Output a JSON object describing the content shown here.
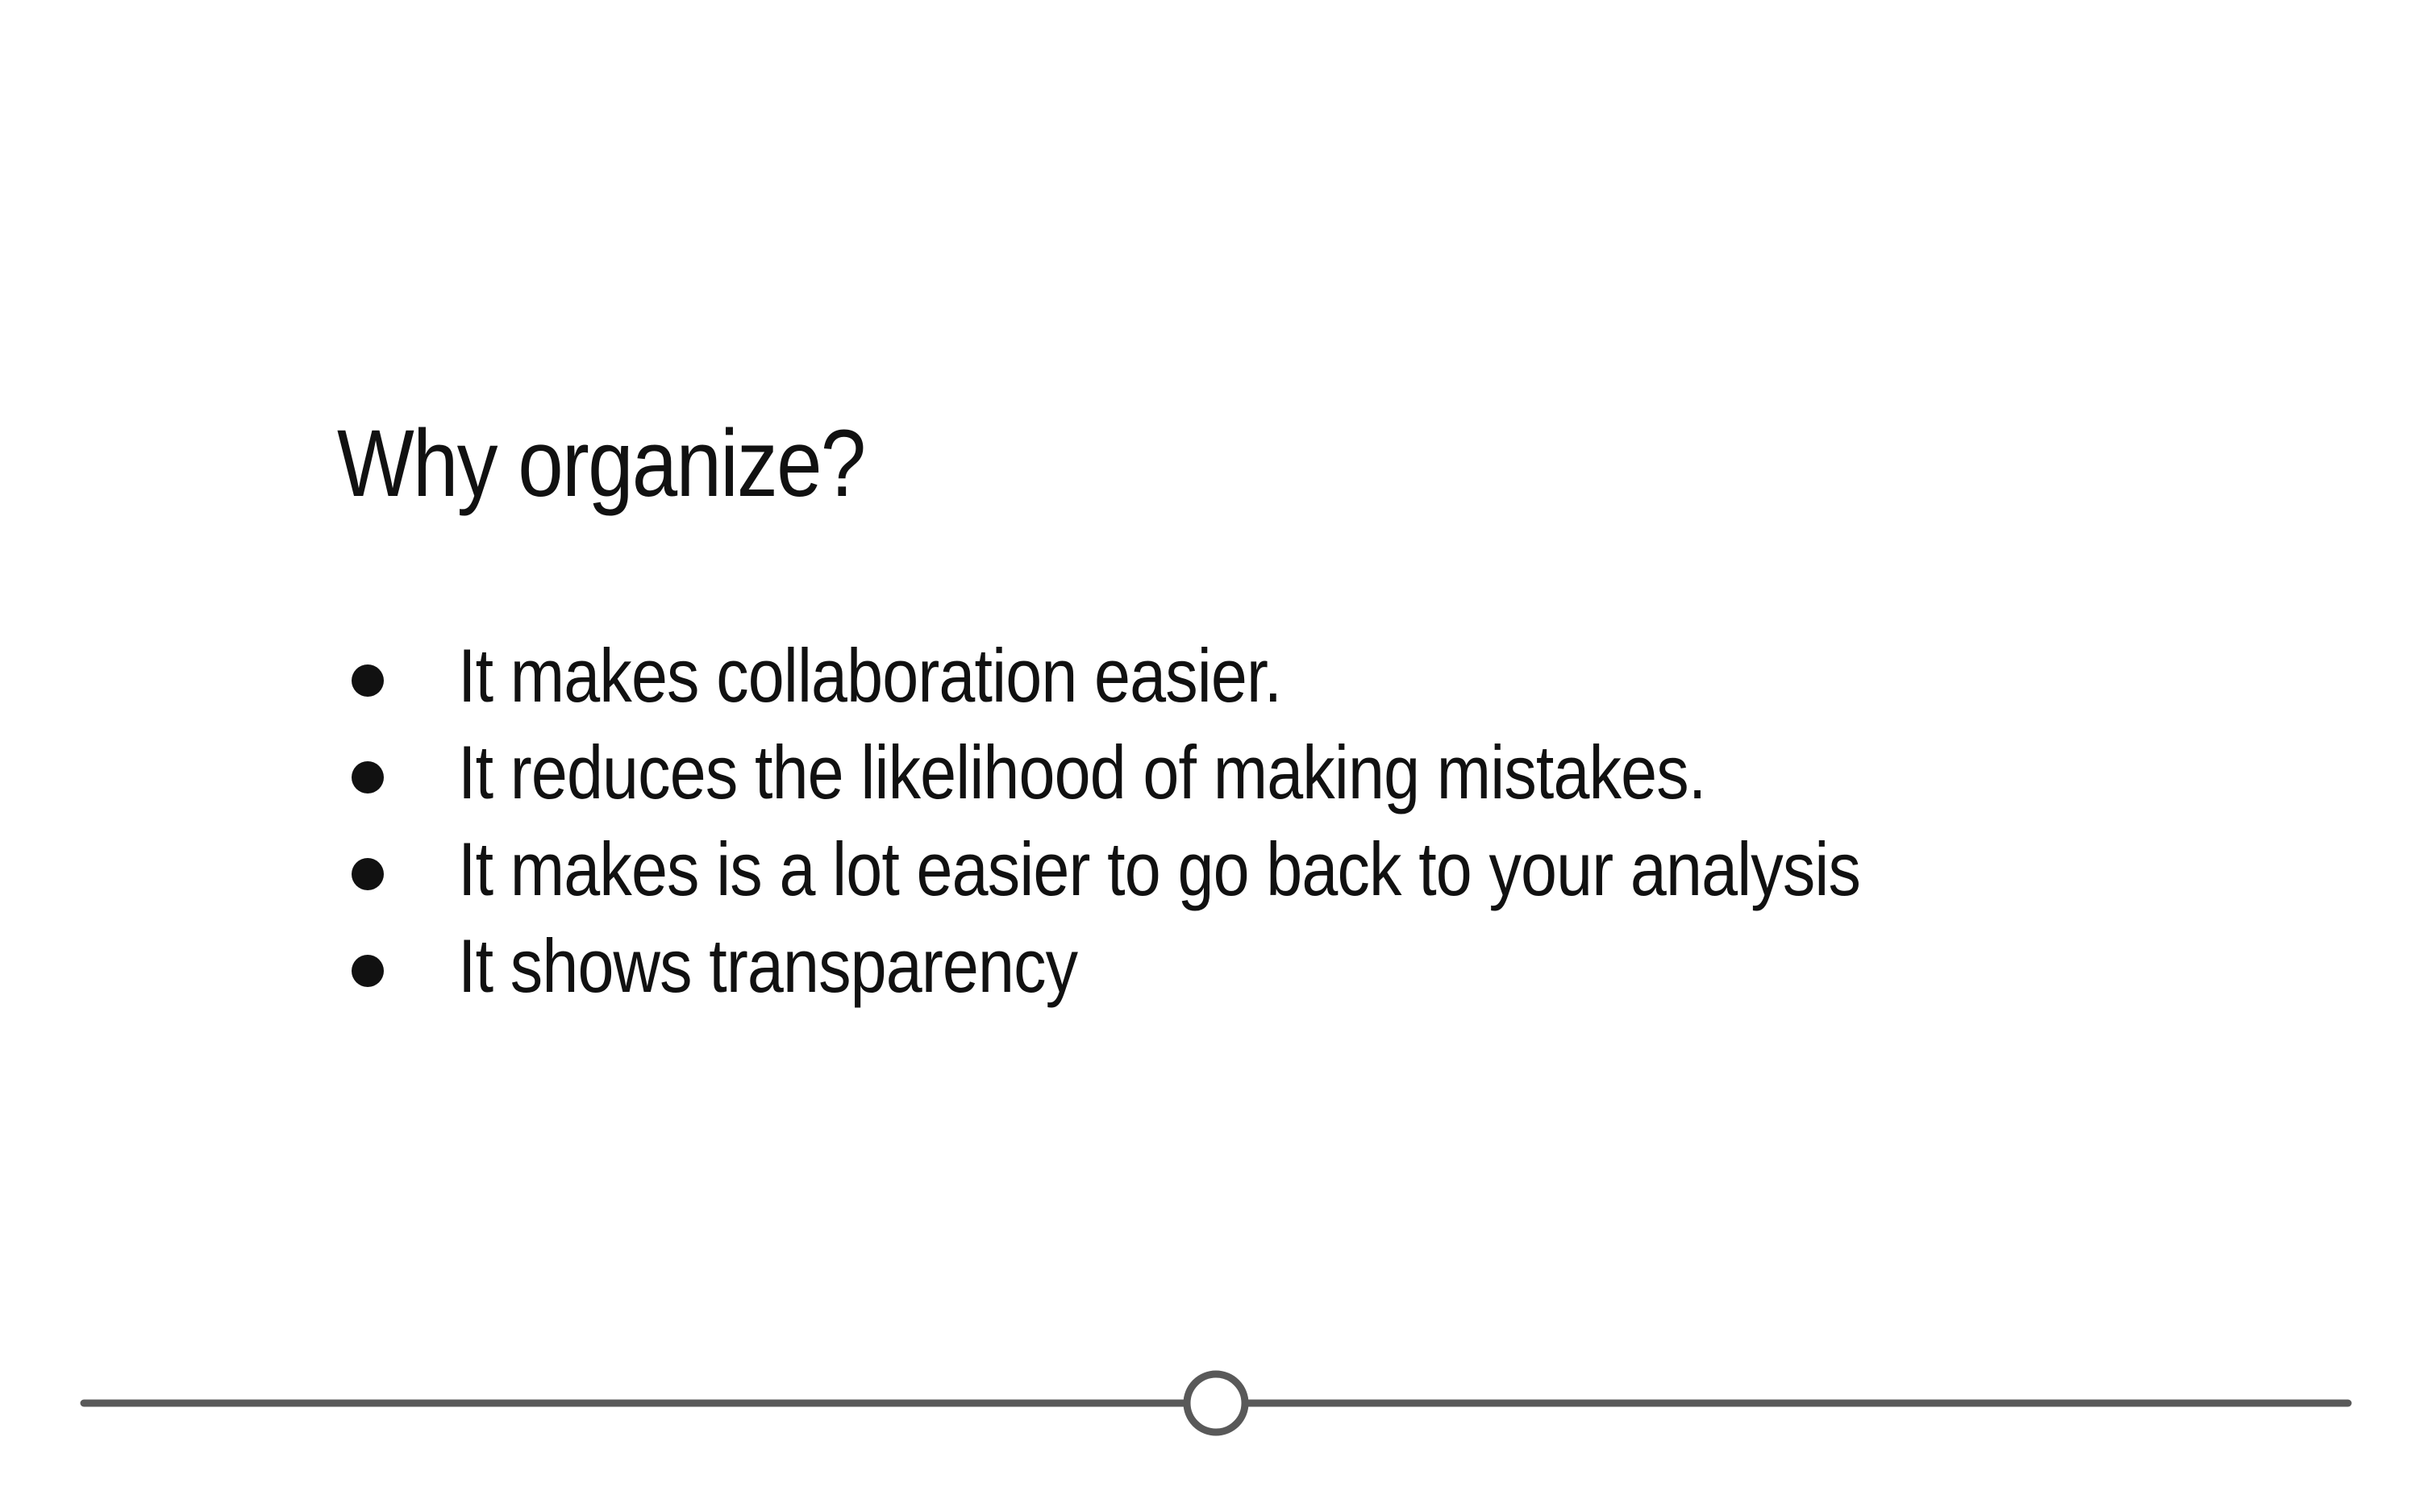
{
  "slide": {
    "title": "Why organize?",
    "bullets": [
      "It makes collaboration easier.",
      "It reduces the likelihood of making mistakes.",
      "It makes is a lot easier to go back to your analysis",
      "It shows transparency"
    ]
  },
  "progress": {
    "fraction": 0.5,
    "line_color": "#595959"
  },
  "colors": {
    "background": "#ffffff",
    "text": "#111111"
  }
}
